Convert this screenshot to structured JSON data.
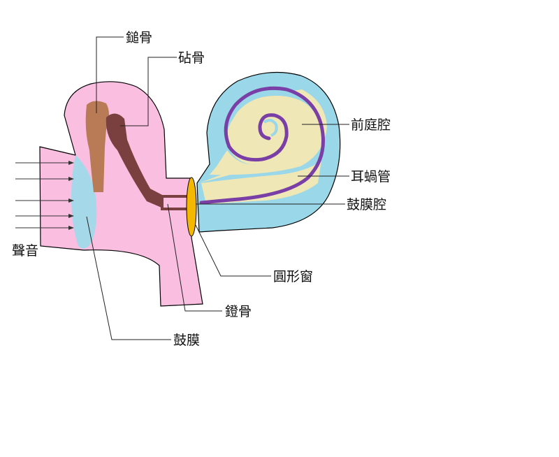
{
  "labels": {
    "malleus": "鎚骨",
    "incus": "砧骨",
    "vestibule": "前庭腔",
    "cochlear_duct": "耳蝸管",
    "tympanic_canal": "鼓膜腔",
    "round_window": "圓形窗",
    "stapes": "鐙骨",
    "eardrum": "鼓膜",
    "sound": "聲音"
  },
  "colors": {
    "ear_tissue": "#f9bee0",
    "eardrum": "#a5d9ea",
    "malleus": "#b97a56",
    "incus": "#7a4040",
    "cochlea_outer": "#9ad7e8",
    "cochlea_inner": "#efe7b5",
    "spiral_line": "#7a3fa6",
    "oval_window": "#f5b800",
    "outline": "#000000"
  }
}
